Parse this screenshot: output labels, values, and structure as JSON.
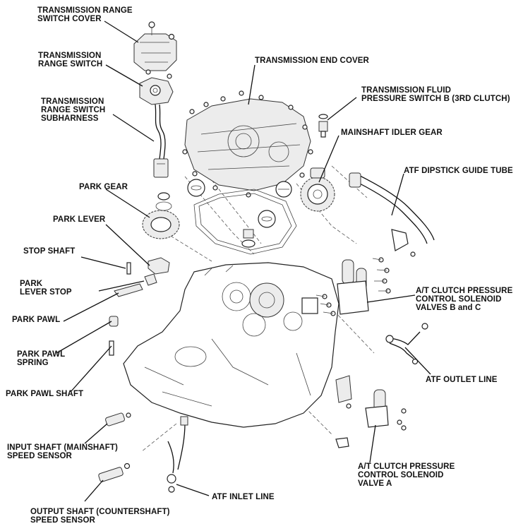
{
  "labels": {
    "range_switch_cover": "TRANSMISSION RANGE\nSWITCH COVER",
    "range_switch": "TRANSMISSION\nRANGE SWITCH",
    "range_switch_subharness": "TRANSMISSION\nRANGE SWITCH\nSUBHARNESS",
    "end_cover": "TRANSMISSION END COVER",
    "fluid_pressure_switch_b": "TRANSMISSION FLUID\nPRESSURE SWITCH B (3RD CLUTCH)",
    "mainshaft_idler_gear": "MAINSHAFT IDLER GEAR",
    "atf_dipstick_guide_tube": "ATF DIPSTICK GUIDE TUBE",
    "park_gear": "PARK GEAR",
    "park_lever": "PARK LEVER",
    "stop_shaft": "STOP SHAFT",
    "park_lever_stop": "PARK\nLEVER STOP",
    "park_pawl": "PARK PAWL",
    "park_pawl_spring": "PARK PAWL\nSPRING",
    "park_pawl_shaft": "PARK PAWL SHAFT",
    "solenoid_valves_bc": "A/T CLUTCH PRESSURE\nCONTROL SOLENOID\nVALVES B and C",
    "atf_outlet_line": "ATF OUTLET LINE",
    "input_shaft_sensor": "INPUT SHAFT (MAINSHAFT)\nSPEED SENSOR",
    "solenoid_valve_a": "A/T CLUTCH PRESSURE\nCONTROL SOLENOID\nVALVE A",
    "atf_inlet_line": "ATF INLET LINE",
    "output_shaft_sensor": "OUTPUT SHAFT (COUNTERSHAFT)\nSPEED SENSOR"
  }
}
